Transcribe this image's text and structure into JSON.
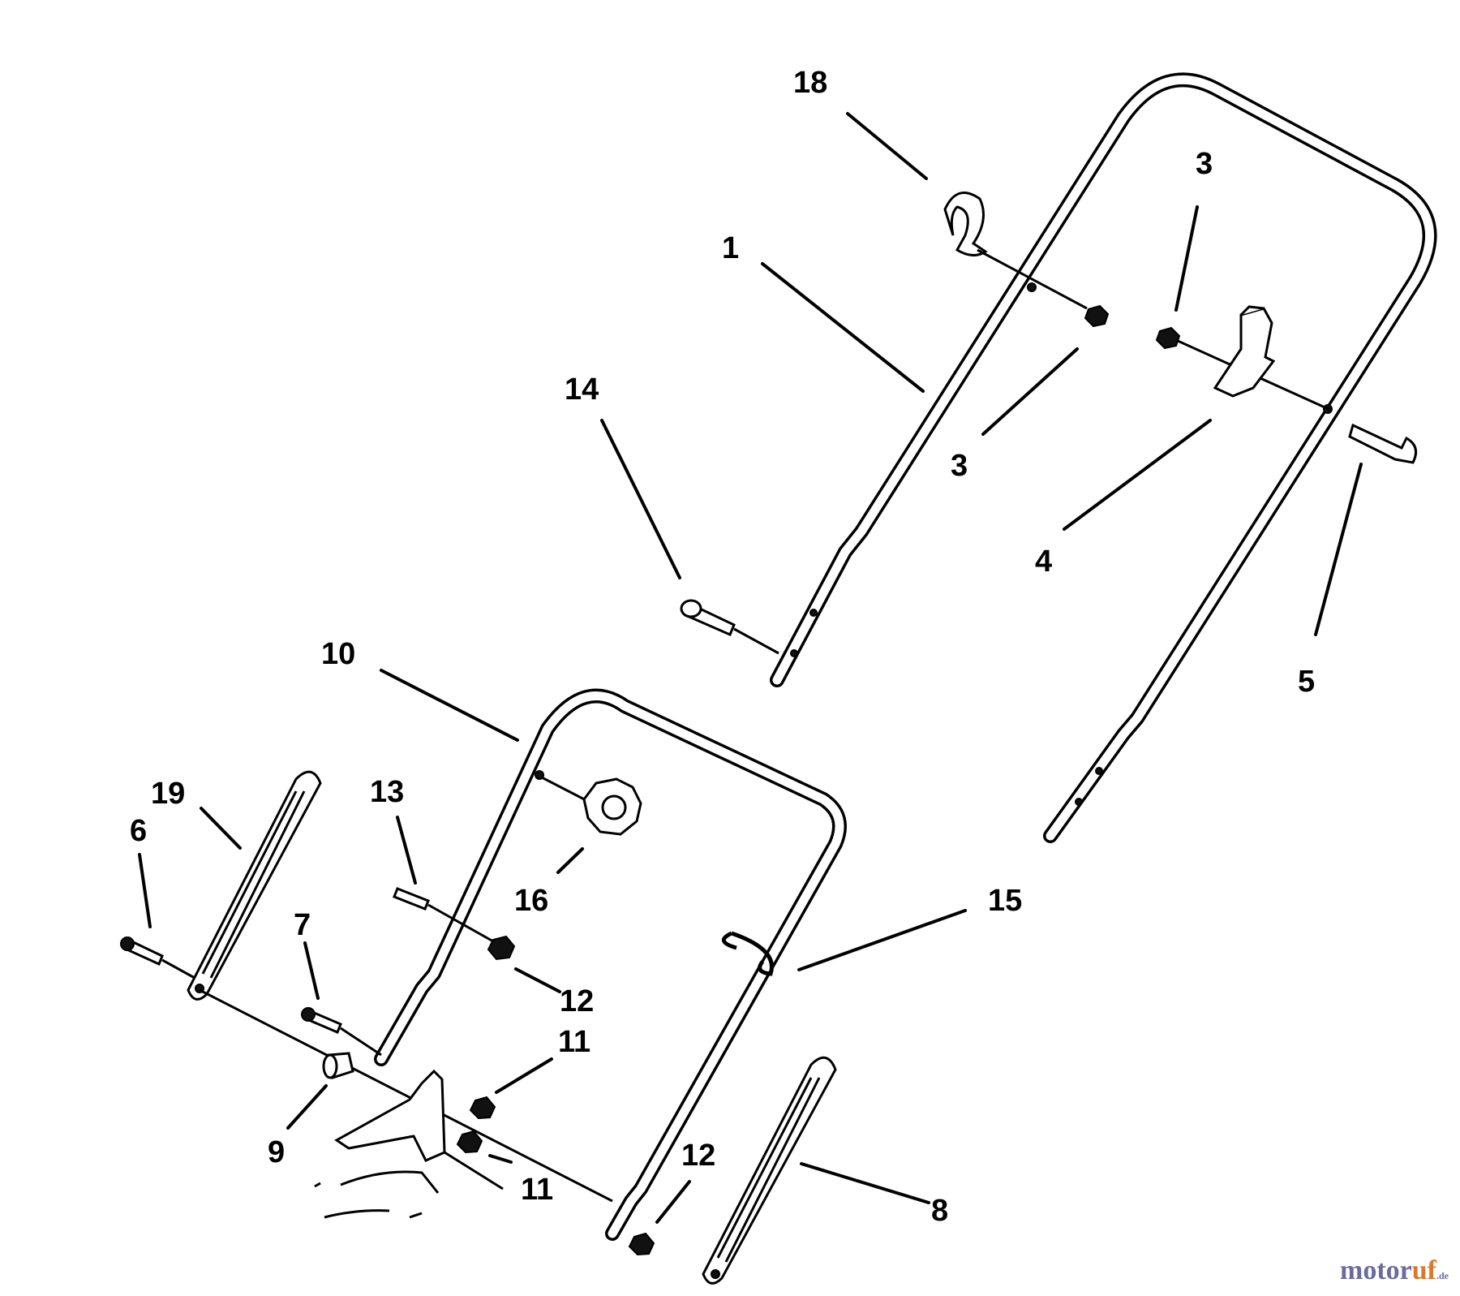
{
  "callouts": {
    "c18": "18",
    "c3a": "3",
    "c1": "1",
    "c3b": "3",
    "c14": "14",
    "c4": "4",
    "c5": "5",
    "c10": "10",
    "c19": "19",
    "c6": "6",
    "c13": "13",
    "c16": "16",
    "c15": "15",
    "c7": "7",
    "c12a": "12",
    "c11a": "11",
    "c9": "9",
    "c11b": "11",
    "c12b": "12",
    "c8": "8"
  },
  "watermark": {
    "text_a": "motor",
    "text_b": "uf",
    "text_c": ".de"
  }
}
